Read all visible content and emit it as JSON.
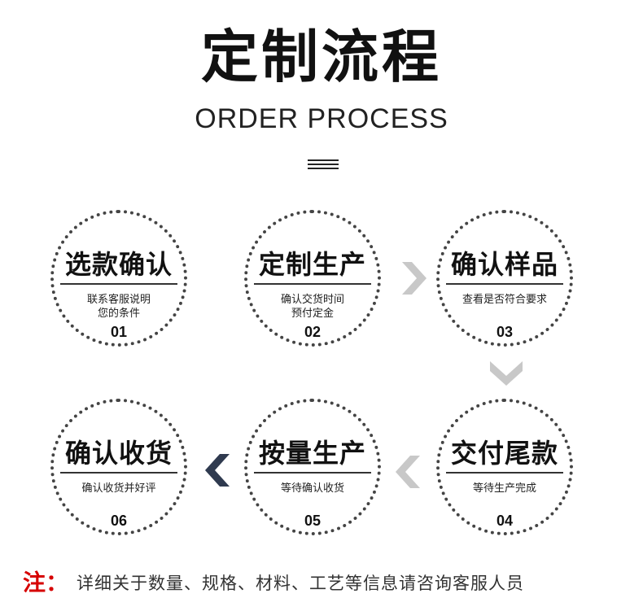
{
  "header": {
    "title": "定制流程",
    "subtitle": "ORDER PROCESS"
  },
  "steps": [
    {
      "name": "选款确认",
      "desc_lines": [
        "联系客服说明",
        "您的条件"
      ],
      "number": "01"
    },
    {
      "name": "定制生产",
      "desc_lines": [
        "确认交货时间",
        "预付定金"
      ],
      "number": "02"
    },
    {
      "name": "确认样品",
      "desc_lines": [
        "查看是否符合要求"
      ],
      "number": "03"
    },
    {
      "name": "交付尾款",
      "desc_lines": [
        "等待生产完成"
      ],
      "number": "04"
    },
    {
      "name": "按量生产",
      "desc_lines": [
        "等待确认收货"
      ],
      "number": "05"
    },
    {
      "name": "确认收货",
      "desc_lines": [
        "确认收货并好评"
      ],
      "number": "06"
    }
  ],
  "footer": {
    "note_label": "注：",
    "note_text": "详细关于数量、规格、材料、工艺等信息请咨询客服人员"
  },
  "colors": {
    "arrow_light": "#c8c8c8",
    "arrow_dark": "#2f3a4f",
    "note_red": "#d60000",
    "circle_border": "#444444"
  },
  "icons": {
    "arrow_right": "chevron-right-icon",
    "arrow_down": "chevron-down-icon",
    "arrow_left": "chevron-left-icon"
  }
}
